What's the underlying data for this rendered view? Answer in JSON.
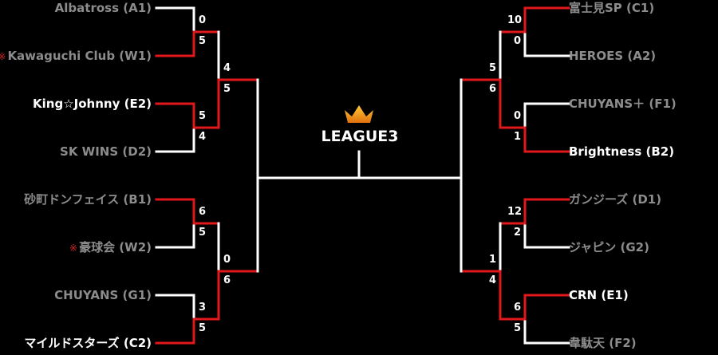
{
  "title": "LEAGUE3",
  "left_teams": [
    {
      "mark": "",
      "name": "Albatross (A1)",
      "result": "lose"
    },
    {
      "mark": "※",
      "name": "Kawaguchi Club (W1)",
      "result": "lose"
    },
    {
      "mark": "",
      "name": "King☆Johnny (E2)",
      "result": "win"
    },
    {
      "mark": "",
      "name": "SK WINS (D2)",
      "result": "lose"
    },
    {
      "mark": "",
      "name": "砂町ドンフェイス (B1)",
      "result": "lose"
    },
    {
      "mark": "※",
      "name": "豪球会 (W2)",
      "result": "lose"
    },
    {
      "mark": "",
      "name": "CHUYANS (G1)",
      "result": "lose"
    },
    {
      "mark": "",
      "name": "マイルドスターズ (C2)",
      "result": "win"
    }
  ],
  "right_teams": [
    {
      "mark": "",
      "name": "富士見SP (C1)",
      "result": "lose"
    },
    {
      "mark": "",
      "name": "HEROES (A2)",
      "result": "lose"
    },
    {
      "mark": "",
      "name": "CHUYANS＋ (F1)",
      "result": "lose"
    },
    {
      "mark": "",
      "name": "Brightness (B2)",
      "result": "win"
    },
    {
      "mark": "",
      "name": "ガンジーズ (D1)",
      "result": "lose"
    },
    {
      "mark": "",
      "name": "ジャピン (G2)",
      "result": "lose"
    },
    {
      "mark": "",
      "name": "CRN (E1)",
      "result": "win"
    },
    {
      "mark": "",
      "name": "韋駄天 (F2)",
      "result": "lose"
    }
  ],
  "left_r1_scores": [
    [
      "0",
      "5"
    ],
    [
      "5",
      "4"
    ],
    [
      "6",
      "5"
    ],
    [
      "3",
      "5"
    ]
  ],
  "left_r2_scores": [
    [
      "4",
      "5"
    ],
    [
      "0",
      "6"
    ]
  ],
  "right_r1_scores": [
    [
      "10",
      "0"
    ],
    [
      "0",
      "1"
    ],
    [
      "12",
      "2"
    ],
    [
      "6",
      "5"
    ]
  ],
  "right_r2_scores": [
    [
      "5",
      "6"
    ],
    [
      "1",
      "4"
    ]
  ],
  "colors": {
    "win_line": "#e0181c",
    "lose_line": "#ffffff",
    "background": "#000000",
    "crown": "#f0a020"
  }
}
